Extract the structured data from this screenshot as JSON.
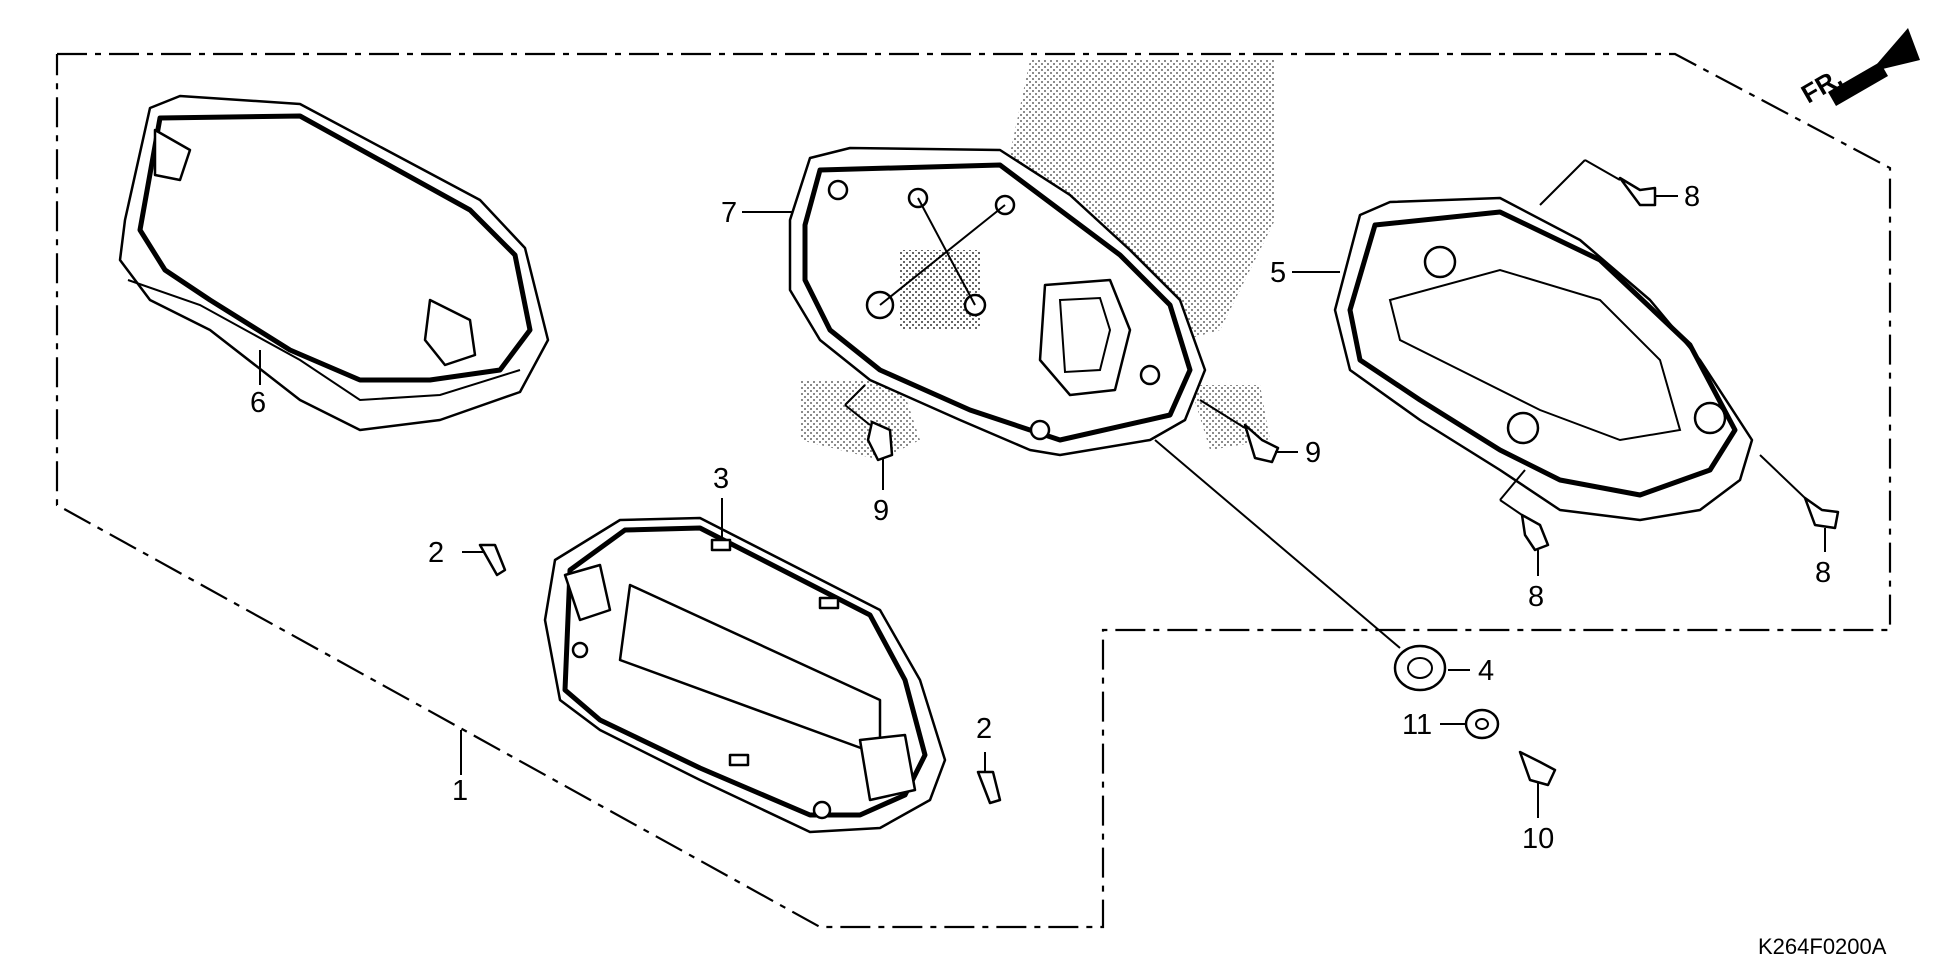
{
  "callouts": {
    "c1": "1",
    "c2a": "2",
    "c2b": "2",
    "c3": "3",
    "c4": "4",
    "c5": "5",
    "c6": "6",
    "c7": "7",
    "c8a": "8",
    "c8b": "8",
    "c8c": "8",
    "c9a": "9",
    "c9b": "9",
    "c10": "10",
    "c11": "11"
  },
  "direction_label": "FR.",
  "drawing_code": "K264F0200A"
}
